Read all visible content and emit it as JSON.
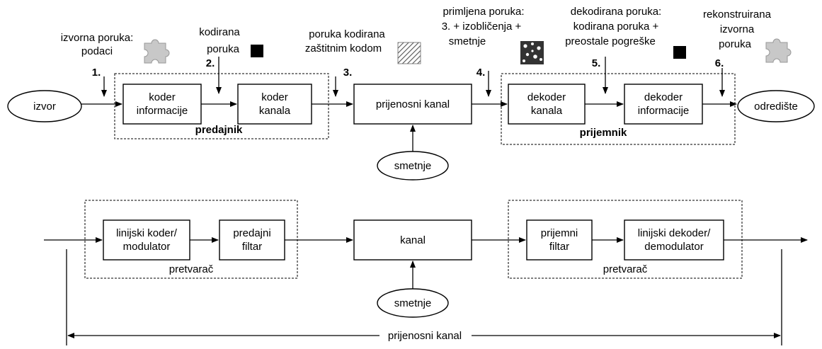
{
  "top": {
    "source": "izvor",
    "destination": "odredište",
    "noise": "smetnje",
    "blocks": {
      "source_coder": [
        "koder",
        "informacije"
      ],
      "channel_coder": [
        "koder",
        "kanala"
      ],
      "transmission_channel": [
        "prijenosni kanal"
      ],
      "channel_decoder": [
        "dekoder",
        "kanala"
      ],
      "source_decoder": [
        "dekoder",
        "informacije"
      ]
    },
    "groups": {
      "transmitter": "predajnik",
      "receiver": "prijemnik"
    },
    "stages": [
      {
        "num": "1.",
        "text": [
          "izvorna poruka:",
          "podaci"
        ]
      },
      {
        "num": "2.",
        "text": [
          "kodirana",
          "poruka"
        ]
      },
      {
        "num": "3.",
        "text": [
          "poruka kodirana",
          "zaštitnim kodom"
        ]
      },
      {
        "num": "4.",
        "text": [
          "primljena poruka:",
          "3. + izobličenja +",
          "smetnje"
        ]
      },
      {
        "num": "5.",
        "text": [
          "dekodirana poruka:",
          "kodirana poruka +",
          "preostale pogreške"
        ]
      },
      {
        "num": "6.",
        "text": [
          "rekonstruirana",
          "izvorna",
          "poruka"
        ]
      }
    ]
  },
  "bottom": {
    "noise": "smetnje",
    "blocks": {
      "line_coder": [
        "linijski koder/",
        "modulator"
      ],
      "tx_filter": [
        "predajni",
        "filtar"
      ],
      "channel": [
        "kanal"
      ],
      "rx_filter": [
        "prijemni",
        "filtar"
      ],
      "line_decoder": [
        "linijski dekoder/",
        "demodulator"
      ]
    },
    "groups": {
      "left": "pretvarač",
      "right": "pretvarač"
    },
    "span_label": "prijenosni kanal"
  },
  "colors": {
    "line": "#000000",
    "puzzle": "#c8c8c8",
    "solid_square": "#000000"
  },
  "icons": [
    "puzzle-piece-icon",
    "solid-square-icon",
    "hatched-square-icon",
    "speckled-square-icon",
    "solid-square-icon",
    "puzzle-piece-icon"
  ]
}
